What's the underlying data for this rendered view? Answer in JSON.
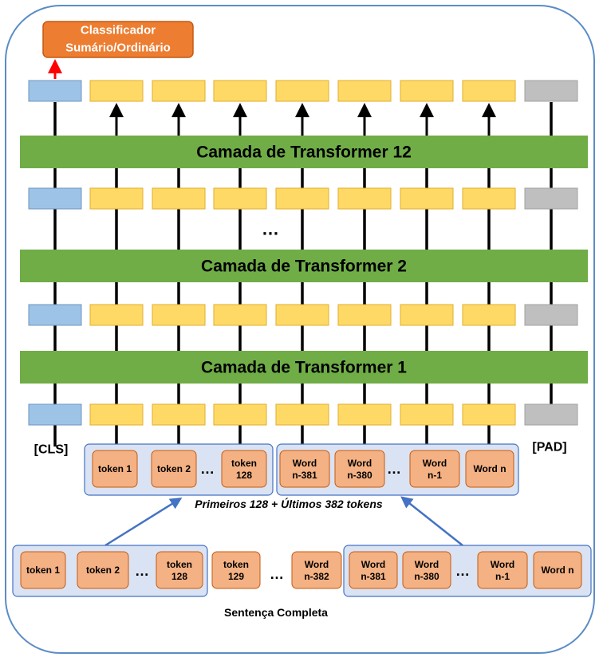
{
  "classifier": {
    "line1": "Classificador",
    "line2": "Sumário/Ordinário"
  },
  "layers": [
    "Camada de Transformer 12",
    "Camada de Transformer 2",
    "Camada de Transformer 1"
  ],
  "ellipsis": "…",
  "labels": {
    "cls": "[CLS]",
    "pad": "[PAD]"
  },
  "selected_tokens": [
    [
      "token 1"
    ],
    [
      "token 2"
    ],
    [
      "token",
      "128"
    ],
    [
      "Word",
      "n-381"
    ],
    [
      "Word",
      "n-380"
    ],
    [
      "Word",
      "n-1"
    ],
    [
      "Word n"
    ]
  ],
  "selection_caption": "Primeiros 128 + Últimos 382 tokens",
  "full_tokens": [
    [
      "token 1"
    ],
    [
      "token 2"
    ],
    [
      "token",
      "128"
    ],
    [
      "token",
      "129"
    ],
    [
      "Word",
      "n-382"
    ],
    [
      "Word",
      "n-381"
    ],
    [
      "Word",
      "n-380"
    ],
    [
      "Word",
      "n-1"
    ],
    [
      "Word n"
    ]
  ],
  "full_caption": "Sentença Completa",
  "colors": {
    "cls_box": "#9dc3e6",
    "token_box": "#ffd966",
    "pad_box": "#bfbfbf",
    "layer_bar": "#70ad47",
    "classifier": "#ed7d31",
    "token_chip": "#f4b183",
    "group_bg": "#dae3f3",
    "red_arrow": "#ff0000",
    "blue_arrow": "#4472c4"
  }
}
